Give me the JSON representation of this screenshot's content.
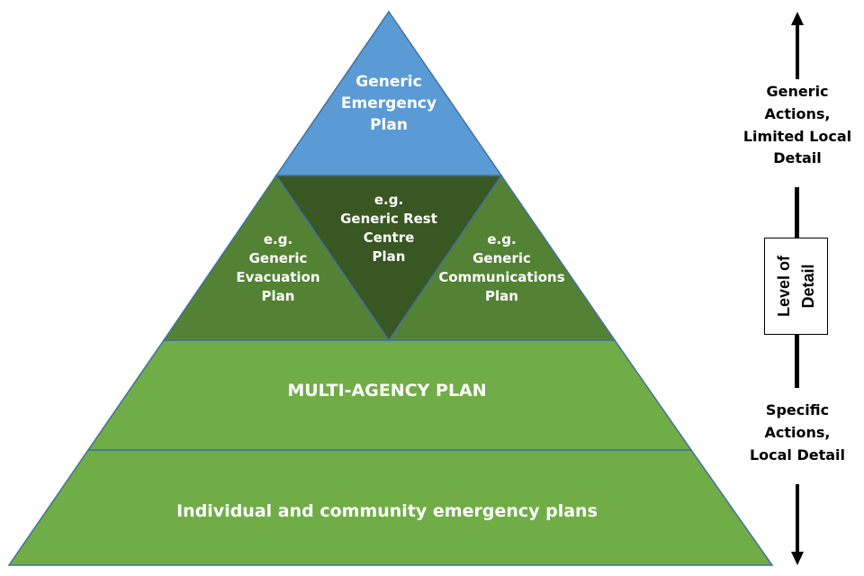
{
  "colors": {
    "top_blue": "#5b9bd5",
    "center_dark_green": "#385723",
    "side_green": "#548235",
    "band_green": "#70ad47",
    "outline": "#41719c"
  },
  "pyramid": {
    "top": {
      "lines": [
        "Generic",
        "Emergency",
        "Plan"
      ]
    },
    "left": {
      "lines": [
        "e.g.",
        "Generic",
        "Evacuation",
        "Plan"
      ]
    },
    "center": {
      "lines": [
        "e.g.",
        "Generic Rest",
        "Centre",
        "Plan"
      ]
    },
    "right": {
      "lines": [
        "e.g.",
        "Generic",
        "Communications",
        "Plan"
      ]
    },
    "middle_band": "MULTI-AGENCY PLAN",
    "bottom_band": "Individual and community emergency plans"
  },
  "scale": {
    "top_label": [
      "Generic",
      "Actions,",
      "Limited Local",
      "Detail"
    ],
    "axis_label": [
      "Level of",
      "Detail"
    ],
    "bottom_label": [
      "Specific",
      "Actions,",
      "Local Detail"
    ],
    "up_arrow_icon": "arrow-up",
    "down_arrow_icon": "arrow-down"
  }
}
